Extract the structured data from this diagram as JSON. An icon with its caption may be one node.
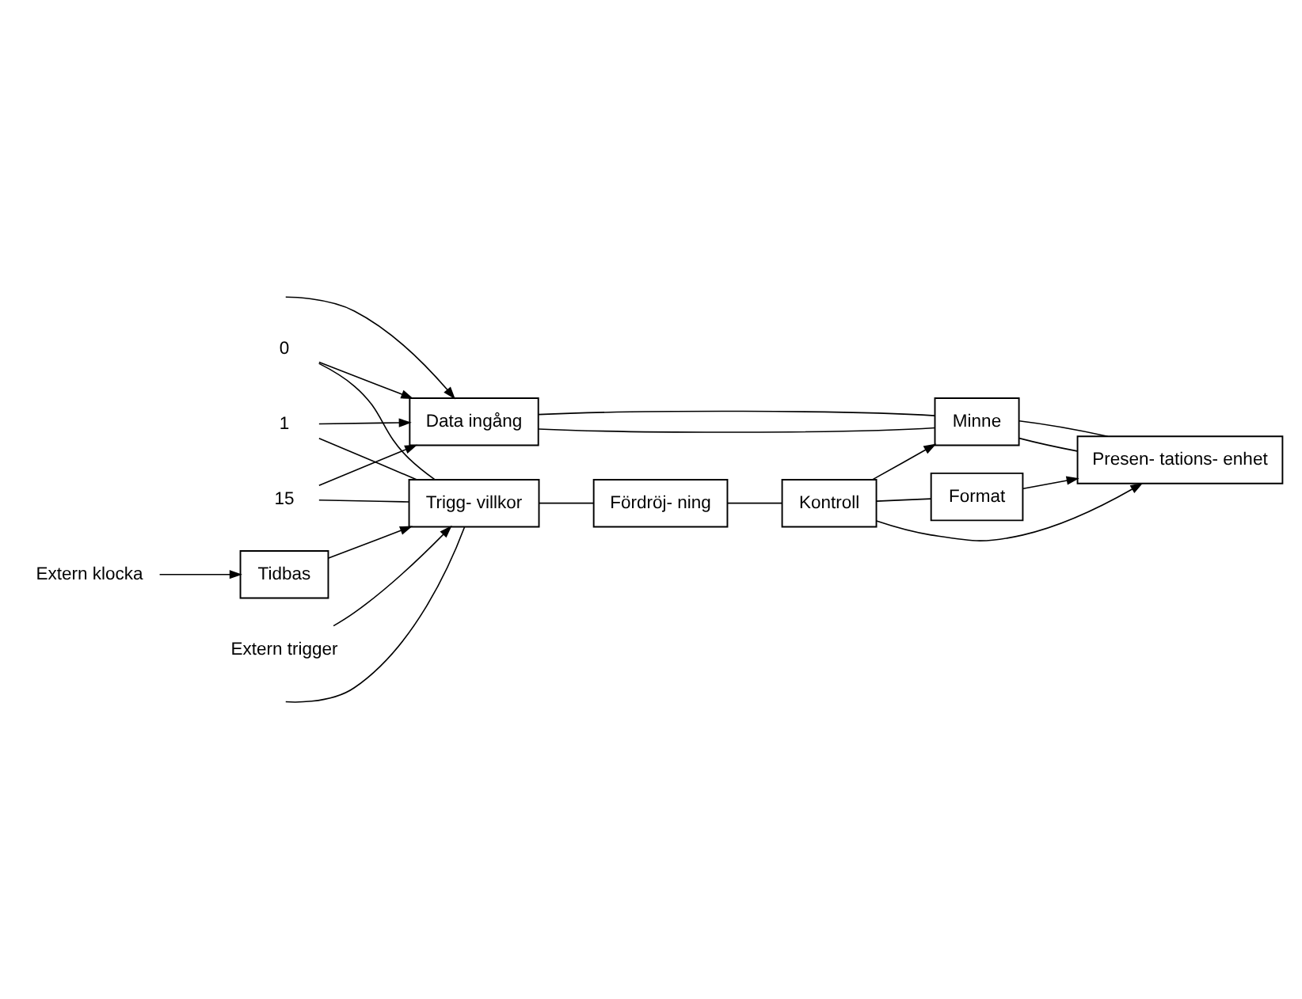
{
  "diagram": {
    "nodes": [
      {
        "text": [
          "0"
        ]
      },
      {
        "text": [
          "1"
        ]
      },
      {
        "text": [
          "15"
        ]
      },
      {
        "text": [
          "Data ingång"
        ]
      },
      {
        "text": [
          "Minne"
        ]
      },
      {
        "text": [
          "Presen- tations- enhet"
        ]
      },
      {
        "text": [
          "Fördröj- ning"
        ]
      },
      {
        "text": [
          "Kontroll"
        ]
      },
      {
        "text": [
          "Format"
        ]
      },
      {
        "text": [
          "Trigg- villkor"
        ]
      },
      {
        "text": [
          "Tidbas"
        ]
      },
      {
        "text": [
          "Extern klocka"
        ]
      },
      {
        "text": [
          "Extern trigger"
        ]
      }
    ],
    "edges": [
      {
        "from": 0,
        "to": 3,
        "arrow": "to"
      },
      {
        "from": 1,
        "to": 3,
        "arrow": "to"
      },
      {
        "from": null,
        "to": 3,
        "arrow": "to"
      },
      {
        "from": 2,
        "to": 3,
        "arrow": "to"
      },
      {
        "from": 0,
        "to": 9,
        "arrow": "none"
      },
      {
        "from": 1,
        "to": 9,
        "arrow": "none"
      },
      {
        "from": null,
        "to": 9,
        "arrow": "none"
      },
      {
        "from": 2,
        "to": 9,
        "arrow": "none"
      },
      {
        "from": 3,
        "to": 4,
        "arrow": "none"
      },
      {
        "from": 3,
        "to": 4,
        "arrow": "none"
      },
      {
        "from": 4,
        "to": 5,
        "arrow": "none"
      },
      {
        "from": 4,
        "to": 5,
        "arrow": "none"
      },
      {
        "from": 7,
        "to": 4,
        "arrow": "to"
      },
      {
        "from": 7,
        "to": 5,
        "arrow": "to"
      },
      {
        "from": 8,
        "to": 5,
        "arrow": "to"
      },
      {
        "from": 6,
        "to": 7,
        "arrow": "none"
      },
      {
        "from": 9,
        "to": 6,
        "arrow": "none"
      },
      {
        "from": 7,
        "to": 8,
        "arrow": "none"
      },
      {
        "from": 10,
        "to": 9,
        "arrow": "to"
      },
      {
        "from": 11,
        "to": 10,
        "arrow": "to"
      },
      {
        "from": 12,
        "to": 9,
        "arrow": "to"
      }
    ]
  }
}
